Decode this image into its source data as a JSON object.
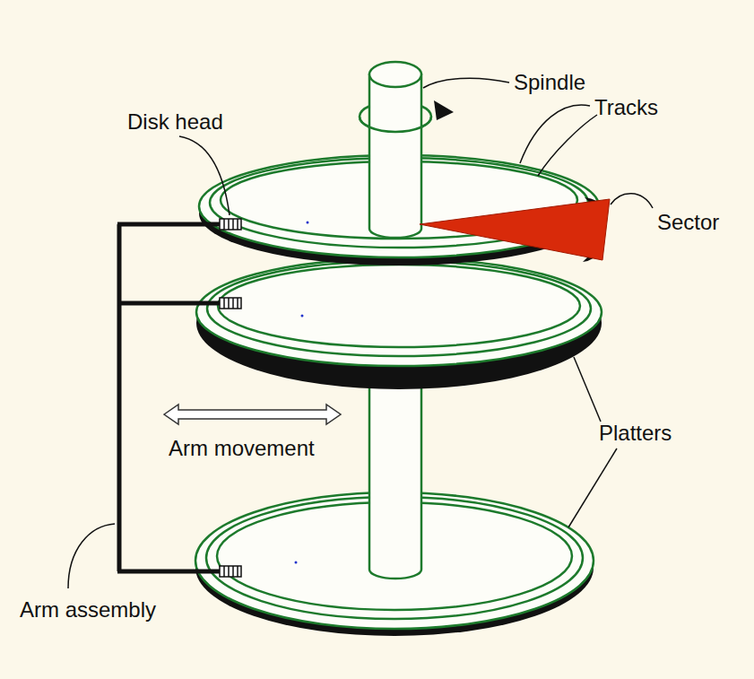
{
  "diagram": {
    "labels": [
      "Spindle",
      "Tracks",
      "Disk head",
      "Sector",
      "Arm movement",
      "Platters",
      "Arm assembly"
    ]
  }
}
